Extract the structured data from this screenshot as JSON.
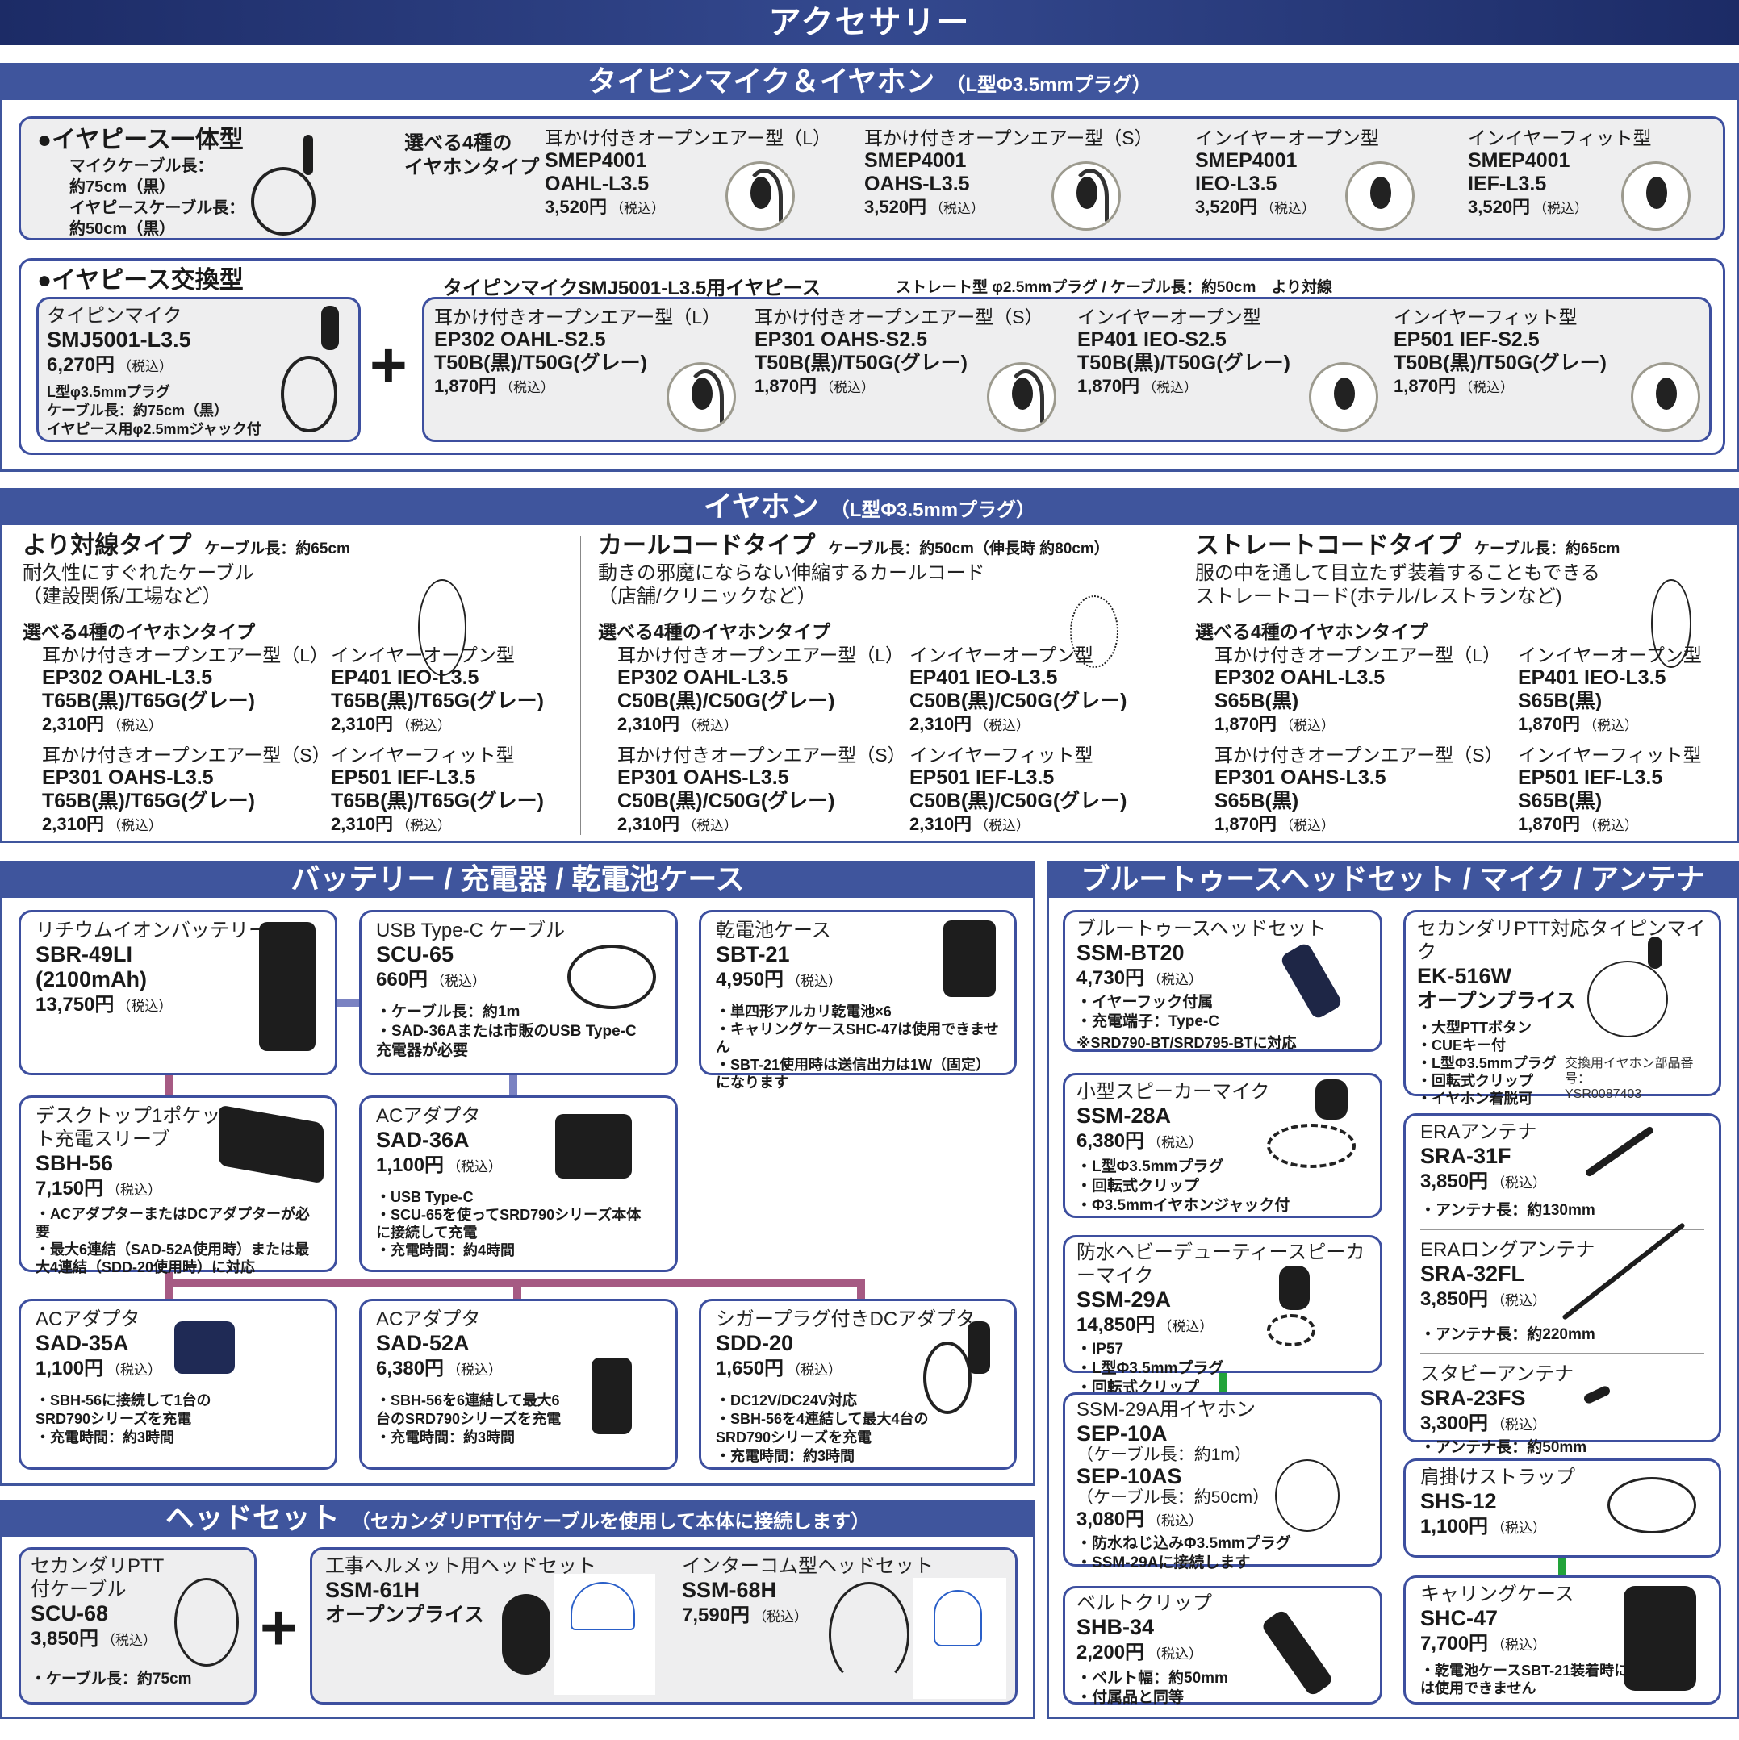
{
  "title": "アクセサリー",
  "tiepin": {
    "header": "タイピンマイク＆イヤホン",
    "header_sub": "（L型Φ3.5mmプラグ）",
    "integrated": {
      "heading": "●イヤピース一体型",
      "specs": [
        "マイクケーブル長：",
        "約75cm（黒）",
        "イヤピースケーブル長：",
        "約50cm（黒）"
      ],
      "choose": [
        "選べる4種の",
        "イヤホンタイプ"
      ],
      "items": [
        {
          "type": "耳かけ付きオープンエアー型（L）",
          "model": "SMEP4001",
          "model2": "OAHL-L3.5",
          "price": "3,520円",
          "tax": "（税込）"
        },
        {
          "type": "耳かけ付きオープンエアー型（S）",
          "model": "SMEP4001",
          "model2": "OAHS-L3.5",
          "price": "3,520円",
          "tax": "（税込）"
        },
        {
          "type": "インイヤーオープン型",
          "model": "SMEP4001",
          "model2": "IEO-L3.5",
          "price": "3,520円",
          "tax": "（税込）"
        },
        {
          "type": "インイヤーフィット型",
          "model": "SMEP4001",
          "model2": "IEF-L3.5",
          "price": "3,520円",
          "tax": "（税込）"
        }
      ]
    },
    "exchange": {
      "heading": "●イヤピース交換型",
      "mic": {
        "label": "タイピンマイク",
        "model": "SMJ5001-L3.5",
        "price": "6,270円",
        "tax": "（税込）",
        "specs": [
          "L型φ3.5mmプラグ",
          "ケーブル長：約75cm（黒）",
          "イヤピース用φ2.5mmジャック付"
        ]
      },
      "plus": "+",
      "earpiece_title": "タイピンマイクSMJ5001-L3.5用イヤピース",
      "earpiece_note": "ストレート型 φ2.5mmプラグ / ケーブル長：約50cm　より対線",
      "items": [
        {
          "type": "耳かけ付きオープンエアー型（L）",
          "model": "EP302 OAHL-S2.5",
          "color": "T50B(黒)/T50G(グレー)",
          "price": "1,870円",
          "tax": "（税込）"
        },
        {
          "type": "耳かけ付きオープンエアー型（S）",
          "model": "EP301 OAHS-S2.5",
          "color": "T50B(黒)/T50G(グレー)",
          "price": "1,870円",
          "tax": "（税込）"
        },
        {
          "type": "インイヤーオープン型",
          "model": "EP401 IEO-S2.5",
          "color": "T50B(黒)/T50G(グレー)",
          "price": "1,870円",
          "tax": "（税込）"
        },
        {
          "type": "インイヤーフィット型",
          "model": "EP501 IEF-S2.5",
          "color": "T50B(黒)/T50G(グレー)",
          "price": "1,870円",
          "tax": "（税込）"
        }
      ]
    }
  },
  "earphone": {
    "header": "イヤホン",
    "header_sub": "（L型Φ3.5mmプラグ）",
    "columns": [
      {
        "title": "より対線タイプ",
        "cable": "ケーブル長：約65cm",
        "desc": [
          "耐久性にすぐれたケーブル",
          "（建設関係/工場など）"
        ],
        "choose": "選べる4種のイヤホンタイプ",
        "items": [
          {
            "type": "耳かけ付きオープンエアー型（L）",
            "model": "EP302 OAHL-L3.5",
            "color": "T65B(黒)/T65G(グレー)",
            "price": "2,310円",
            "tax": "（税込）"
          },
          {
            "type": "インイヤーオープン型",
            "model": "EP401 IEO-L3.5",
            "color": "T65B(黒)/T65G(グレー)",
            "price": "2,310円",
            "tax": "（税込）"
          },
          {
            "type": "耳かけ付きオープンエアー型（S）",
            "model": "EP301 OAHS-L3.5",
            "color": "T65B(黒)/T65G(グレー)",
            "price": "2,310円",
            "tax": "（税込）"
          },
          {
            "type": "インイヤーフィット型",
            "model": "EP501 IEF-L3.5",
            "color": "T65B(黒)/T65G(グレー)",
            "price": "2,310円",
            "tax": "（税込）"
          }
        ]
      },
      {
        "title": "カールコードタイプ",
        "cable": "ケーブル長：約50cm（伸長時 約80cm）",
        "desc": [
          "動きの邪魔にならない伸縮するカールコード",
          "（店舗/クリニックなど）"
        ],
        "choose": "選べる4種のイヤホンタイプ",
        "items": [
          {
            "type": "耳かけ付きオープンエアー型（L）",
            "model": "EP302 OAHL-L3.5",
            "color": "C50B(黒)/C50G(グレー)",
            "price": "2,310円",
            "tax": "（税込）"
          },
          {
            "type": "インイヤーオープン型",
            "model": "EP401 IEO-L3.5",
            "color": "C50B(黒)/C50G(グレー)",
            "price": "2,310円",
            "tax": "（税込）"
          },
          {
            "type": "耳かけ付きオープンエアー型（S）",
            "model": "EP301 OAHS-L3.5",
            "color": "C50B(黒)/C50G(グレー)",
            "price": "2,310円",
            "tax": "（税込）"
          },
          {
            "type": "インイヤーフィット型",
            "model": "EP501 IEF-L3.5",
            "color": "C50B(黒)/C50G(グレー)",
            "price": "2,310円",
            "tax": "（税込）"
          }
        ]
      },
      {
        "title": "ストレートコードタイプ",
        "cable": "ケーブル長：約65cm",
        "desc": [
          "服の中を通して目立たず装着することもできる",
          "ストレートコード(ホテル/レストランなど)"
        ],
        "choose": "選べる4種のイヤホンタイプ",
        "items": [
          {
            "type": "耳かけ付きオープンエアー型（L）",
            "model": "EP302 OAHL-L3.5",
            "color": "S65B(黒)",
            "price": "1,870円",
            "tax": "（税込）"
          },
          {
            "type": "インイヤーオープン型",
            "model": "EP401 IEO-L3.5",
            "color": "S65B(黒)",
            "price": "1,870円",
            "tax": "（税込）"
          },
          {
            "type": "耳かけ付きオープンエアー型（S）",
            "model": "EP301 OAHS-L3.5",
            "color": "S65B(黒)",
            "price": "1,870円",
            "tax": "（税込）"
          },
          {
            "type": "インイヤーフィット型",
            "model": "EP501 IEF-L3.5",
            "color": "S65B(黒)",
            "price": "1,870円",
            "tax": "（税込）"
          }
        ]
      }
    ]
  },
  "battery": {
    "header": "バッテリー / 充電器 / 乾電池ケース",
    "items": [
      {
        "label": "リチウムイオンバッテリー",
        "model": "SBR-49LI",
        "model2": "(2100mAh)",
        "price": "13,750円",
        "tax": "（税込）"
      },
      {
        "label": "USB Type-C ケーブル",
        "model": "SCU-65",
        "price": "660円",
        "tax": "（税込）",
        "notes": [
          "ケーブル長：約1m",
          "SAD-36Aまたは市販のUSB Type-C充電器が必要"
        ]
      },
      {
        "label": "乾電池ケース",
        "model": "SBT-21",
        "price": "4,950円",
        "tax": "（税込）",
        "notes": [
          "単四形アルカリ乾電池×6",
          "キャリングケースSHC-47は使用できません",
          "SBT-21使用時は送信出力は1W（固定）になります"
        ]
      },
      {
        "label": "デスクトップ1ポケット充電スリーブ",
        "model": "SBH-56",
        "price": "7,150円",
        "tax": "（税込）",
        "notes": [
          "ACアダプターまたはDCアダプターが必要",
          "最大6連結（SAD-52A使用時）または最大4連結（SDD-20使用時）に対応"
        ]
      },
      {
        "label": "ACアダプタ",
        "model": "SAD-36A",
        "price": "1,100円",
        "tax": "（税込）",
        "notes": [
          "USB Type-C",
          "SCU-65を使ってSRD790シリーズ本体に接続して充電",
          "充電時間：約4時間"
        ]
      },
      {
        "label": "ACアダプタ",
        "model": "SAD-35A",
        "price": "1,100円",
        "tax": "（税込）",
        "notes": [
          "SBH-56に接続して1台のSRD790シリーズを充電",
          "充電時間：約3時間"
        ]
      },
      {
        "label": "ACアダプタ",
        "model": "SAD-52A",
        "price": "6,380円",
        "tax": "（税込）",
        "notes": [
          "SBH-56を6連結して最大6台のSRD790シリーズを充電",
          "充電時間：約3時間"
        ]
      },
      {
        "label": "シガープラグ付きDCアダプタ",
        "model": "SDD-20",
        "price": "1,650円",
        "tax": "（税込）",
        "notes": [
          "DC12V/DC24V対応",
          "SBH-56を4連結して最大4台のSRD790シリーズを充電",
          "充電時間：約3時間"
        ]
      }
    ]
  },
  "bluetooth": {
    "header": "ブルートゥースヘッドセット / マイク / アンテナ",
    "bt20": {
      "label": "ブルートゥースヘッドセット",
      "model": "SSM-BT20",
      "price": "4,730円",
      "tax": "（税込）",
      "notes": [
        "イヤーフック付属",
        "充電端子：Type-C"
      ],
      "remark": "※SRD790-BT/SRD795-BTに対応"
    },
    "ssm28a": {
      "label": "小型スピーカーマイク",
      "model": "SSM-28A",
      "price": "6,380円",
      "tax": "（税込）",
      "notes": [
        "L型Φ3.5mmプラグ",
        "回転式クリップ",
        "Φ3.5mmイヤホンジャック付"
      ]
    },
    "ssm29a": {
      "label": "防水ヘビーデューティースピーカーマイク",
      "model": "SSM-29A",
      "price": "14,850円",
      "tax": "（税込）",
      "notes": [
        "IP57",
        "L型Φ3.5mmプラグ",
        "回転式クリップ"
      ]
    },
    "sep10a": {
      "label": "SSM-29A用イヤホン",
      "model": "SEP-10A",
      "cable": "（ケーブル長：約1m）",
      "model2": "SEP-10AS",
      "cable2": "（ケーブル長：約50cm）",
      "price": "3,080円",
      "tax": "（税込）",
      "notes": [
        "防水ねじ込みΦ3.5mmプラグ",
        "SSM-29Aに接続します"
      ]
    },
    "shb34": {
      "label": "ベルトクリップ",
      "model": "SHB-34",
      "price": "2,200円",
      "tax": "（税込）",
      "notes": [
        "ベルト幅：約50mm",
        "付属品と同等"
      ]
    },
    "ek516w": {
      "label": "セカンダリPTT対応タイピンマイク",
      "model": "EK-516W",
      "price": "オープンプライス",
      "notes": [
        "大型PTTボタン",
        "CUEキー付",
        "L型Φ3.5mmプラグ",
        "回転式クリップ",
        "イヤホン着脱可"
      ],
      "part_label": "交換用イヤホン部品番号：",
      "part_number": "YSR0087403"
    },
    "antennas": [
      {
        "label": "ERAアンテナ",
        "model": "SRA-31F",
        "price": "3,850円",
        "tax": "（税込）",
        "note": "アンテナ長：約130mm"
      },
      {
        "label": "ERAロングアンテナ",
        "model": "SRA-32FL",
        "price": "3,850円",
        "tax": "（税込）",
        "note": "アンテナ長：約220mm"
      },
      {
        "label": "スタビーアンテナ",
        "model": "SRA-23FS",
        "price": "3,300円",
        "tax": "（税込）",
        "note": "アンテナ長：約50mm"
      }
    ],
    "shs12": {
      "label": "肩掛けストラップ",
      "model": "SHS-12",
      "price": "1,100円",
      "tax": "（税込）"
    },
    "shc47": {
      "label": "キャリングケース",
      "model": "SHC-47",
      "price": "7,700円",
      "tax": "（税込）",
      "notes": [
        "乾電池ケースSBT-21装着時には使用できません"
      ]
    }
  },
  "headset": {
    "header": "ヘッドセット",
    "header_sub": "（セカンダリPTT付ケーブルを使用して本体に接続します）",
    "scu68": {
      "label": "セカンダリPTT付ケーブル",
      "model": "SCU-68",
      "price": "3,850円",
      "tax": "（税込）",
      "notes": [
        "ケーブル長：約75cm"
      ]
    },
    "plus": "+",
    "ssm61h": {
      "label": "工事ヘルメット用ヘッドセット",
      "model": "SSM-61H",
      "price": "オープンプライス"
    },
    "ssm68h": {
      "label": "インターコム型ヘッドセット",
      "model": "SSM-68H",
      "price": "7,590円",
      "tax": "（税込）"
    }
  },
  "colors": {
    "bar": "#3f559d",
    "border": "#3d4f9f",
    "connector_purple": "#a65a83",
    "connector_blue": "#7a82c2",
    "connector_green": "#22a33a"
  }
}
